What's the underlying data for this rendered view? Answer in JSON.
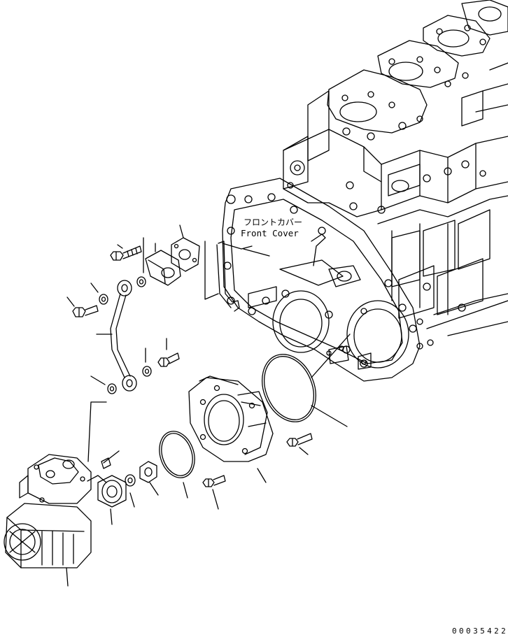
{
  "diagram": {
    "callout_label_jp": "フロントカバー",
    "callout_label_en": "Front Cover",
    "drawing_number": "00035422"
  },
  "parts": [
    {
      "name": "engine-block",
      "icon": "engine-block-icon"
    },
    {
      "name": "front-cover",
      "icon": "front-cover-icon"
    },
    {
      "name": "air-compressor",
      "icon": "compressor-icon"
    },
    {
      "name": "gear-housing",
      "icon": "gear-housing-icon"
    },
    {
      "name": "o-ring-large",
      "icon": "o-ring-icon"
    },
    {
      "name": "o-ring-small",
      "icon": "o-ring-icon"
    },
    {
      "name": "coupling",
      "icon": "coupling-icon"
    },
    {
      "name": "nut",
      "icon": "nut-icon"
    },
    {
      "name": "washer",
      "icon": "washer-icon"
    },
    {
      "name": "bolt",
      "icon": "bolt-icon"
    },
    {
      "name": "pipe",
      "icon": "pipe-icon"
    },
    {
      "name": "connector",
      "icon": "connector-icon"
    },
    {
      "name": "gasket",
      "icon": "gasket-icon"
    }
  ]
}
